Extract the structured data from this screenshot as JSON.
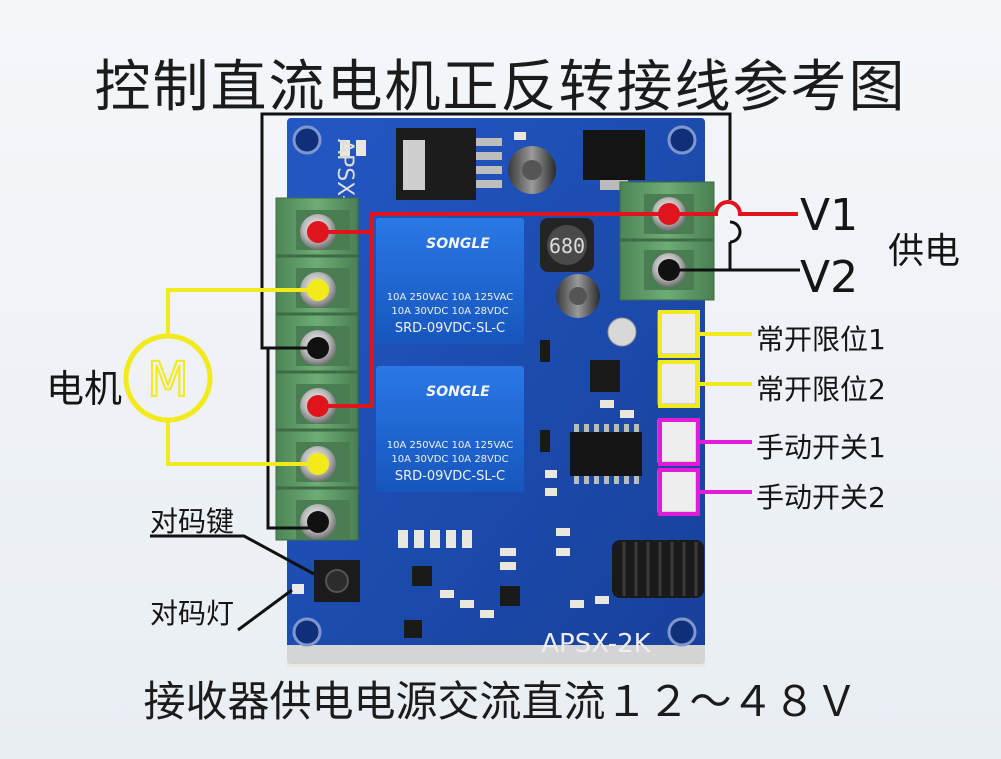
{
  "title": "控制直流电机正反转接线参考图",
  "footer": "接收器供电电源交流直流１２～４８Ｖ",
  "labels": {
    "v1": "V1",
    "v2": "V2",
    "power": "供电",
    "motor": "电机",
    "motor_symbol": "M",
    "pair_button": "对码键",
    "pair_led": "对码灯",
    "limit1": "常开限位1",
    "limit2": "常开限位2",
    "manual1": "手动开关1",
    "manual2": "手动开关2"
  },
  "board": {
    "model_bottom": "APSX-2K",
    "model_top": "APSX-2",
    "relay_brand": "SONGLE",
    "relay_rating_1": "10A 250VAC  10A 125VAC",
    "relay_rating_2": "10A  30VDC  10A  28VDC",
    "relay_model": "SRD-09VDC-SL-C",
    "inductor": "680"
  },
  "colors": {
    "board": "#1d4fb3",
    "terminal": "#5f9a67",
    "wire_red": "#e0141c",
    "wire_yellow": "#f2ea1a",
    "wire_black": "#111111",
    "magenta": "#e21ad9",
    "relay": "#1a66d6"
  }
}
